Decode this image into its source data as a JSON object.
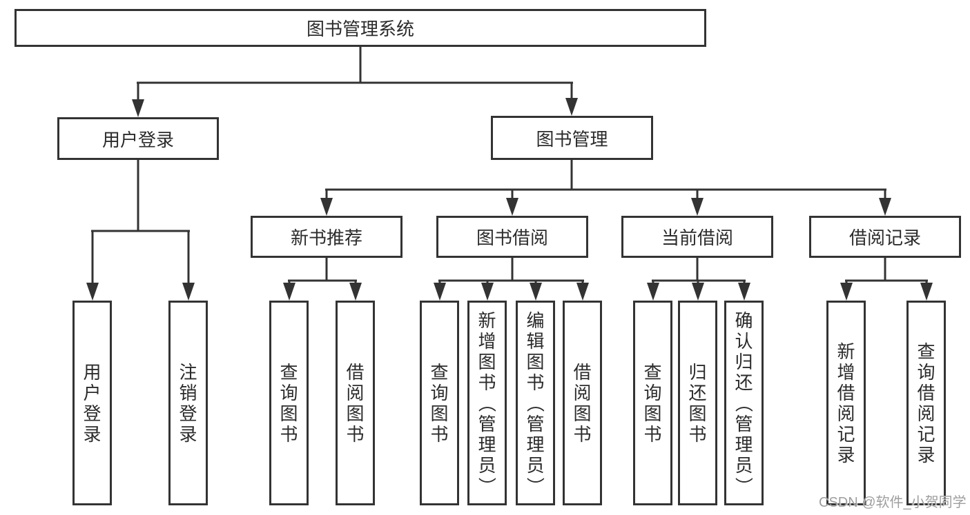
{
  "colors": {
    "line": "#333333",
    "box_border": "#333333",
    "text": "#2b2b2b",
    "background": "#ffffff",
    "watermark": "#9e9e9e"
  },
  "tree": {
    "root": {
      "label": "图书管理系统"
    },
    "branches": [
      {
        "label": "用户登录",
        "children": [
          {
            "label": "用户登录"
          },
          {
            "label": "注销登录"
          }
        ]
      },
      {
        "label": "图书管理",
        "children": [
          {
            "label": "新书推荐",
            "children": [
              {
                "label": "查询图书"
              },
              {
                "label": "借阅图书"
              }
            ]
          },
          {
            "label": "图书借阅",
            "children": [
              {
                "label": "查询图书"
              },
              {
                "label": "新增图书（管理员）"
              },
              {
                "label": "编辑图书（管理员）"
              },
              {
                "label": "借阅图书"
              }
            ]
          },
          {
            "label": "当前借阅",
            "children": [
              {
                "label": "查询图书"
              },
              {
                "label": "归还图书"
              },
              {
                "label": "确认归还（管理员）"
              }
            ]
          },
          {
            "label": "借阅记录",
            "children": [
              {
                "label": "新增借阅记录"
              },
              {
                "label": "查询借阅记录"
              }
            ]
          }
        ]
      }
    ]
  },
  "watermark": {
    "text": "CSDN @软件_小贺同学"
  }
}
